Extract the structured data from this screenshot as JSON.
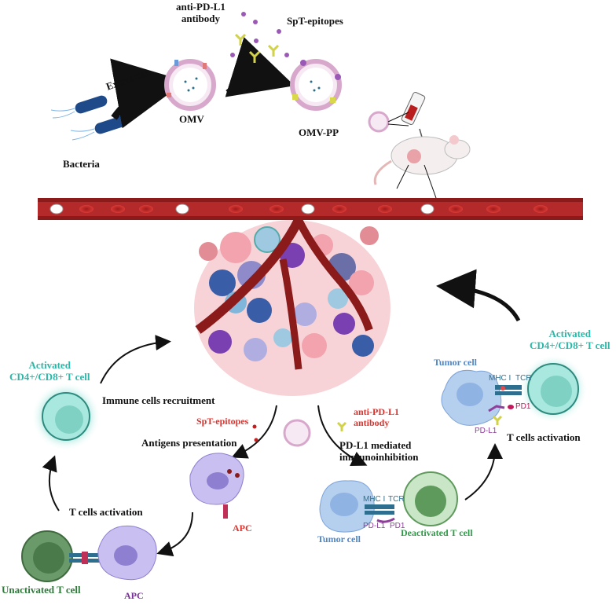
{
  "labels": {
    "anti_pd_l1_top": "anti-PD-L1\nantibody",
    "spt_top": "SpT-epitopes",
    "extraction": "Extraction",
    "omv": "OMV",
    "omv_pp": "OMV-PP",
    "bacteria": "Bacteria",
    "immune_recruitment": "Immune cells recruitment",
    "spt_mid": "SpT-epitopes",
    "antigens_presentation": "Antigens presentation",
    "anti_pd_l1_mid": "anti-PD-L1\nantibody",
    "pd_l1_mediated": "PD-L1 mediated\nimmunoinhibition",
    "activated_left": "Activated\nCD4+/CD8+ T cell",
    "activated_right": "Activated\nCD4+/CD8+ T cell",
    "tumor_cell_right": "Tumor cell",
    "tumor_cell_bottom": "Tumor cell",
    "t_cells_activation_right": "T cells activation",
    "t_cells_activation_left": "T cells activation",
    "apc_mid": "APC",
    "apc_bottom": "APC",
    "unactivated": "Unactivated T cell",
    "deactivated": "Deactivated T cell",
    "mhc_right": "MHC I",
    "tcr_right": "TCR",
    "pd1_right": "PD1",
    "pdl1_right": "PD-L1",
    "mhc_bottom": "MHC I",
    "tcr_bottom": "TCR",
    "pdl1_bottom": "PD-L1",
    "pd1_bottom": "PD1"
  },
  "colors": {
    "vessel": "#8b1a1a",
    "rbc": "#c8282a",
    "tumor_pink": "#f2a3ad",
    "teal_glow": "#8fe0d6",
    "apc_purple": "#b7a7e6",
    "tumor_blue": "#9ec1e8",
    "t_green": "#5f9a6a",
    "accent_red": "#e2302b",
    "accent_teal": "#2bb7a8"
  }
}
